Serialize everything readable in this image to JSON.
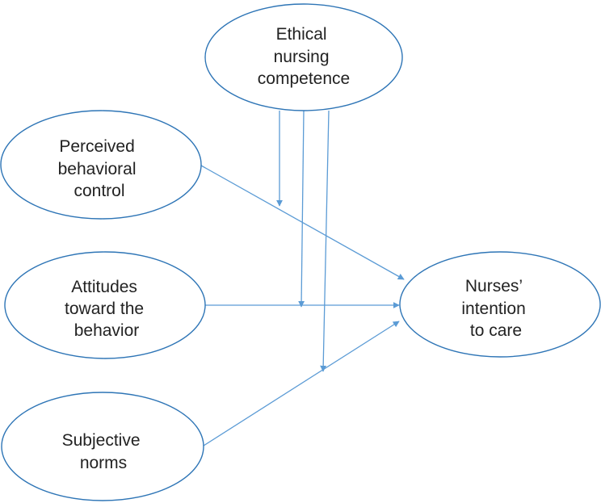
{
  "colors": {
    "node_border": "#2e75b6",
    "edge": "#5b9bd5",
    "text": "#222222",
    "background": "#ffffff"
  },
  "nodes": {
    "ethical_competence": {
      "lines": [
        "Ethical",
        "nursing",
        "competence"
      ]
    },
    "perceived_control": {
      "lines": [
        "Perceived",
        "behavioral",
        "control"
      ]
    },
    "attitudes": {
      "lines": [
        "Attitudes",
        "toward the",
        "behavior"
      ]
    },
    "subjective_norms": {
      "lines": [
        "Subjective",
        "norms"
      ]
    },
    "intention": {
      "lines": [
        "Nurses’",
        "intention",
        "to care"
      ]
    }
  },
  "edges": [
    {
      "from": "perceived_control",
      "to": "intention",
      "type": "direct"
    },
    {
      "from": "attitudes",
      "to": "intention",
      "type": "direct"
    },
    {
      "from": "subjective_norms",
      "to": "intention",
      "type": "direct"
    },
    {
      "from": "ethical_competence",
      "to": "perceived_control->intention",
      "type": "moderation"
    },
    {
      "from": "ethical_competence",
      "to": "attitudes->intention",
      "type": "moderation"
    },
    {
      "from": "ethical_competence",
      "to": "subjective_norms->intention",
      "type": "moderation"
    }
  ]
}
